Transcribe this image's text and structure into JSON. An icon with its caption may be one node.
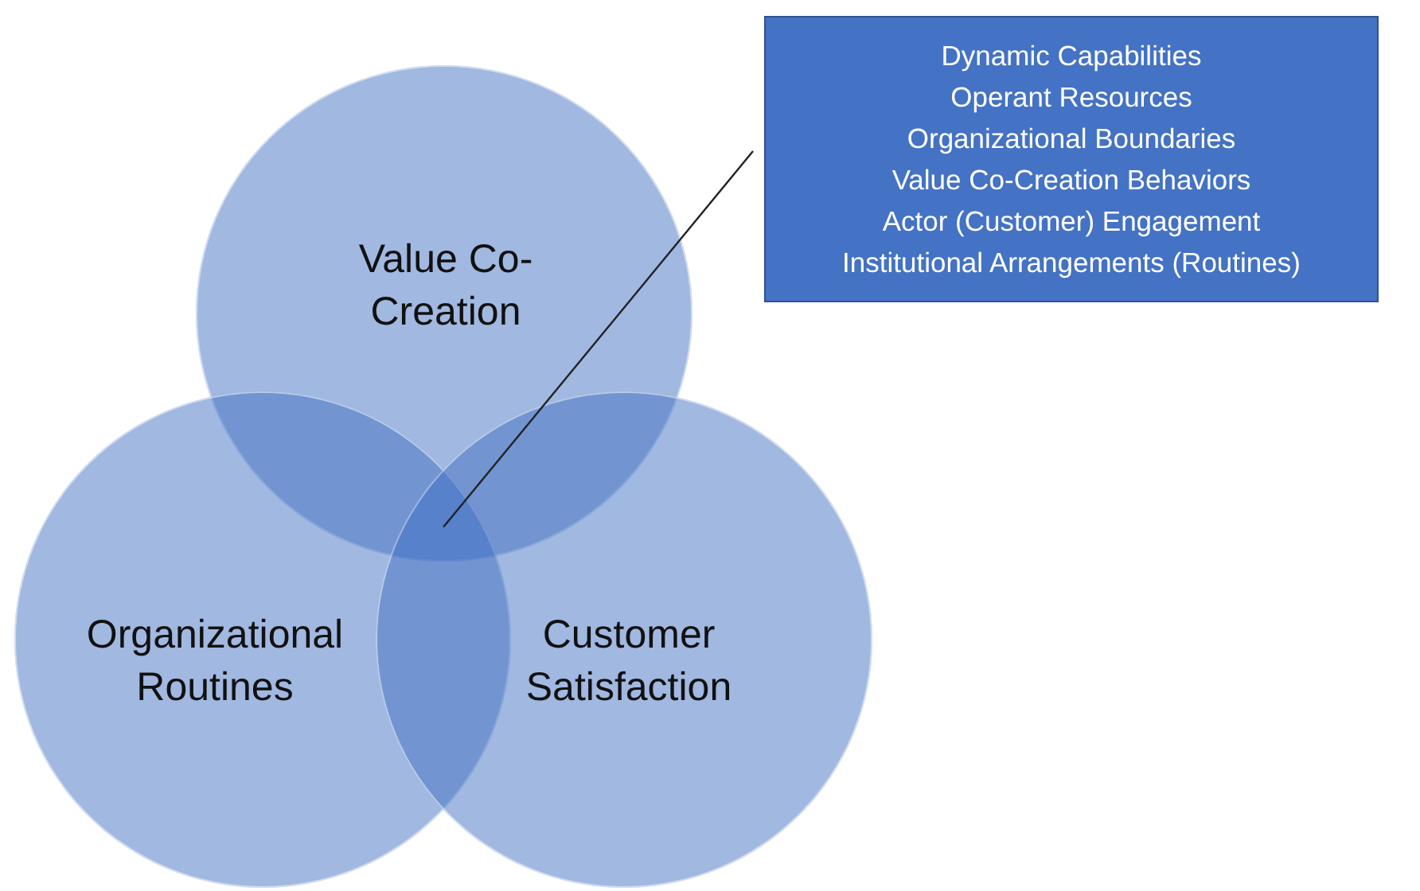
{
  "diagram": {
    "nodes": [
      {
        "text": [
          "Value Co-Creation"
        ]
      },
      {
        "text": [
          "Organizational Routines"
        ]
      },
      {
        "text": [
          "Customer Satisfaction"
        ]
      },
      {
        "text": [
          "Dynamic Capabilities",
          "Operant Resources",
          "Organizational Boundaries",
          "Value Co-Creation Behaviors",
          "Actor (Customer) Engagement",
          "Institutional Arrangements (Routines)"
        ]
      },
      {
        "text": [],
        "shape": "region"
      }
    ],
    "edges": [
      {
        "from": 3,
        "to": 4,
        "arrow": "none"
      }
    ]
  }
}
